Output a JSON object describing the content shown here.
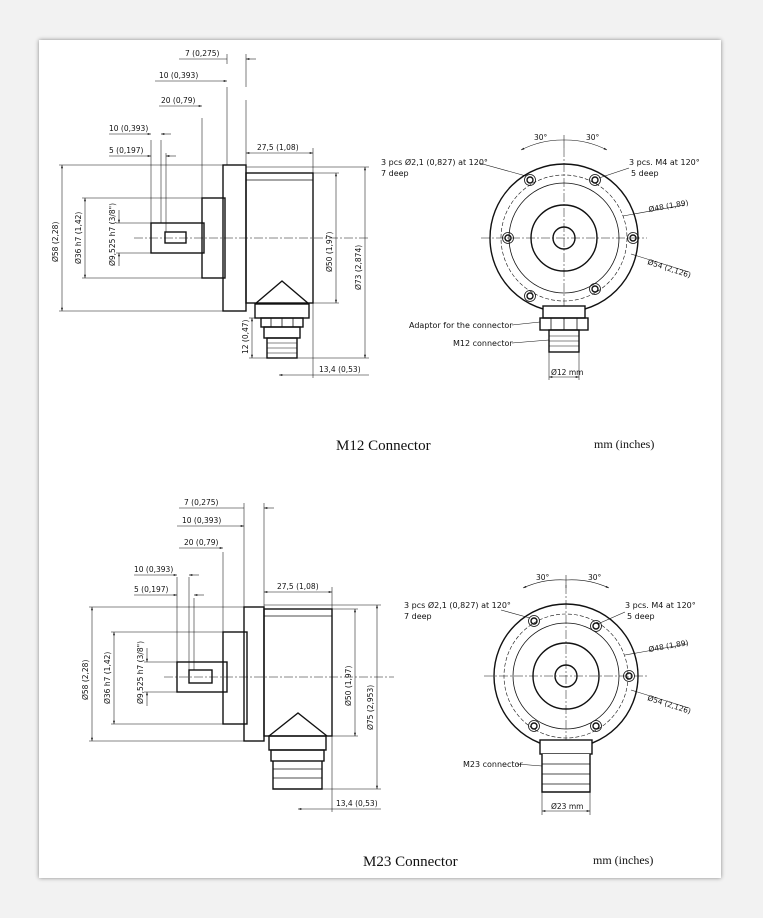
{
  "top": {
    "caption": "M12 Connector",
    "units": "mm (inches)",
    "side_dims": {
      "d7": "7 (0,275)",
      "d10a": "10 (0,393)",
      "d20": "20 (0,79)",
      "d10b": "10 (0,393)",
      "d5": "5 (0,197)",
      "d27": "27,5 (1,08)",
      "dia58": "Ø58 (2,28)",
      "dia36": "Ø36 h7 (1,42)",
      "dia9": "Ø9,525 h7 (3/8\")",
      "dia50": "Ø50 (1,97)",
      "dia73": "Ø73 (2,874)",
      "d12": "12 (0,47)",
      "d13": "13,4 (0,53)"
    },
    "front_dims": {
      "ang1": "30°",
      "ang2": "30°",
      "holes_left_1": "3 pcs Ø2,1 (0,827) at 120°",
      "holes_left_2": "7 deep",
      "holes_right_1": "3 pcs. M4 at 120°",
      "holes_right_2": "5 deep",
      "dia48": "Ø48 (1,89)",
      "dia54": "Ø54 (2,126)",
      "adaptor": "Adaptor for the connector",
      "connector": "M12 connector",
      "conn_dia": "Ø12 mm"
    }
  },
  "bottom": {
    "caption": "M23 Connector",
    "units": "mm (inches)",
    "side_dims": {
      "d7": "7 (0,275)",
      "d10a": "10 (0,393)",
      "d20": "20 (0,79)",
      "d10b": "10 (0,393)",
      "d5": "5 (0,197)",
      "d27": "27,5 (1,08)",
      "dia58": "Ø58 (2,28)",
      "dia36": "Ø36 h7 (1,42)",
      "dia9": "Ø9,525 h7 (3/8\")",
      "dia50": "Ø50 (1,97)",
      "dia75": "Ø75 (2,953)",
      "d13": "13,4 (0,53)"
    },
    "front_dims": {
      "ang1": "30°",
      "ang2": "30°",
      "holes_left_1": "3 pcs Ø2,1 (0,827) at 120°",
      "holes_left_2": "7 deep",
      "holes_right_1": "3 pcs. M4 at 120°",
      "holes_right_2": "5 deep",
      "dia48": "Ø48 (1,89)",
      "dia54": "Ø54 (2,126)",
      "connector": "M23 connector",
      "conn_dia": "Ø23 mm"
    }
  }
}
